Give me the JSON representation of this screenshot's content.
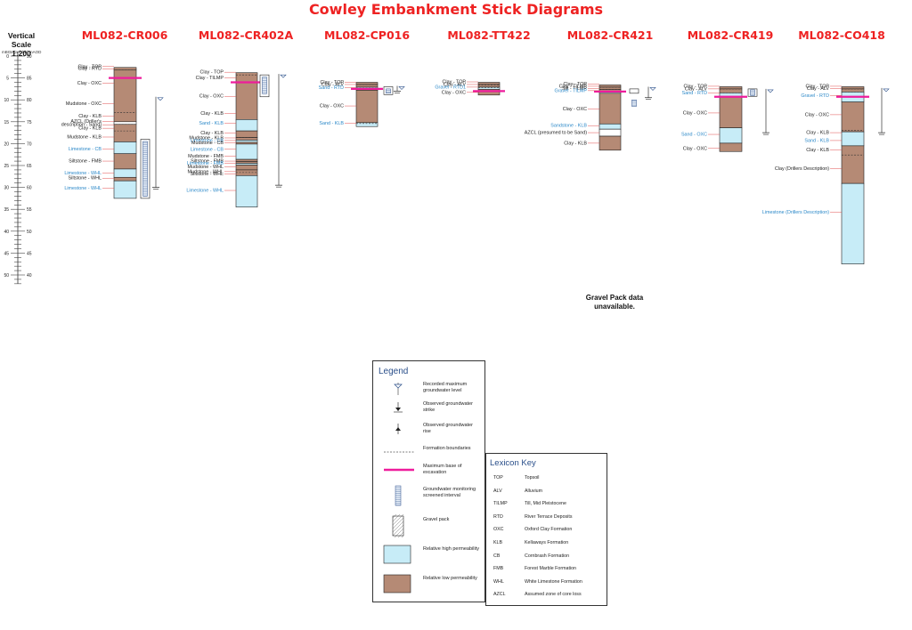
{
  "title": "Cowley Embankment Stick Diagrams",
  "scale_label": "Vertical Scale 1:200",
  "units_label": "mBGL (ref. bh) mAOD",
  "colors": {
    "title_red": "#ee2222",
    "low_permeability": "#b58a75",
    "high_permeability": "#c7ecf7",
    "excavation": "#ee1c9c",
    "hp_label": "#2b88c8",
    "leader": "#e05050"
  },
  "depth_ticks": [
    "0",
    "5",
    "10",
    "15",
    "20",
    "25",
    "30",
    "35",
    "40",
    "45",
    "50"
  ],
  "aod_ticks": [
    "90",
    "85",
    "80",
    "75",
    "70",
    "65",
    "60",
    "55",
    "50",
    "45",
    "40"
  ],
  "boreholes": [
    {
      "name": "ML082-CR006",
      "labels": [
        {
          "text": "Clay - TOP",
          "depth": 2.7,
          "perm": "low"
        },
        {
          "text": "Clay - RTD",
          "depth": 3.2,
          "perm": "low"
        },
        {
          "text": "Clay - OXC",
          "depth": 6.5,
          "perm": "low"
        },
        {
          "text": "Mudstone - OXC",
          "depth": 11.2,
          "perm": "low"
        },
        {
          "text": "Clay - KLB",
          "depth": 14.0,
          "perm": "low"
        },
        {
          "text": "AZCL (Driller's",
          "depth": 15.2,
          "perm": "low"
        },
        {
          "text": "description - Sand)",
          "depth": 16.0,
          "perm": "low"
        },
        {
          "text": "Clay - KLB",
          "depth": 16.8,
          "perm": "low"
        },
        {
          "text": "Mudstone - KLB",
          "depth": 18.8,
          "perm": "low"
        },
        {
          "text": "Limestone - CB",
          "depth": 21.5,
          "perm": "high"
        },
        {
          "text": "Siltstone - FMB",
          "depth": 24.3,
          "perm": "low"
        },
        {
          "text": "Limestone - WHL",
          "depth": 27.0,
          "perm": "high"
        },
        {
          "text": "Siltstone - WHL",
          "depth": 28.2,
          "perm": "low"
        },
        {
          "text": "Limestone - WHL",
          "depth": 30.5,
          "perm": "high"
        }
      ]
    },
    {
      "name": "ML082-CR402A",
      "labels": [
        {
          "text": "Clay - TOP",
          "depth": 4.0,
          "perm": "low"
        },
        {
          "text": "Clay - TILMP",
          "depth": 5.3,
          "perm": "low"
        },
        {
          "text": "Clay - OXC",
          "depth": 9.5,
          "perm": "low"
        },
        {
          "text": "Clay - KLB",
          "depth": 13.4,
          "perm": "low"
        },
        {
          "text": "Sand - KLB",
          "depth": 15.7,
          "perm": "high"
        },
        {
          "text": "Clay - KLB",
          "depth": 17.9,
          "perm": "low"
        },
        {
          "text": "Mudstone - KLB",
          "depth": 19.0,
          "perm": "low"
        },
        {
          "text": "Limestone - CB",
          "depth": 19.6,
          "perm": "high"
        },
        {
          "text": "Mudstone - CB",
          "depth": 20.1,
          "perm": "low"
        },
        {
          "text": "Limestone - CB",
          "depth": 21.6,
          "perm": "high"
        },
        {
          "text": "Mudstone - FMB",
          "depth": 23.2,
          "perm": "low"
        },
        {
          "text": "Siltstone - FMB",
          "depth": 24.3,
          "perm": "low"
        },
        {
          "text": "Limestone - FMB",
          "depth": 24.8,
          "perm": "high"
        },
        {
          "text": "Mudstone - WHL",
          "depth": 25.6,
          "perm": "low"
        },
        {
          "text": "Mudstone - WHL",
          "depth": 26.7,
          "perm": "low"
        },
        {
          "text": "Siltstone - WHL",
          "depth": 27.2,
          "perm": "low"
        },
        {
          "text": "Limestone - WHL",
          "depth": 31.0,
          "perm": "high"
        }
      ]
    },
    {
      "name": "ML082-CP016",
      "labels": [
        {
          "text": "Clay - TOP",
          "depth": 6.3,
          "perm": "low"
        },
        {
          "text": "Clay - ALV",
          "depth": 6.8,
          "perm": "low"
        },
        {
          "text": "Sand - RTD",
          "depth": 7.5,
          "perm": "high"
        },
        {
          "text": "Clay - OXC",
          "depth": 11.7,
          "perm": "low"
        },
        {
          "text": "Sand - KLB",
          "depth": 15.6,
          "perm": "high"
        }
      ]
    },
    {
      "name": "ML082-TT422",
      "labels": [
        {
          "text": "Clay - TOP",
          "depth": 6.2,
          "perm": "low"
        },
        {
          "text": "Clay - ALV",
          "depth": 6.8,
          "perm": "low"
        },
        {
          "text": "Gravel - RTD1",
          "depth": 7.4,
          "perm": "high"
        },
        {
          "text": "Clay - OXC",
          "depth": 8.6,
          "perm": "low"
        }
      ]
    },
    {
      "name": "ML082-CR421",
      "labels": [
        {
          "text": "Clay - TOP",
          "depth": 6.7,
          "perm": "low"
        },
        {
          "text": "Clay - TILMP",
          "depth": 7.2,
          "perm": "low"
        },
        {
          "text": "Silt - TILMP",
          "depth": 7.7,
          "perm": "low"
        },
        {
          "text": "Gravel - TILMP",
          "depth": 8.2,
          "perm": "high"
        },
        {
          "text": "Clay - OXC",
          "depth": 12.4,
          "perm": "low"
        },
        {
          "text": "Sandstone - KLB",
          "depth": 16.2,
          "perm": "high"
        },
        {
          "text": "AZCL (presumed to be Sand)",
          "depth": 17.8,
          "perm": "low"
        },
        {
          "text": "Clay - KLB",
          "depth": 20.2,
          "perm": "low"
        }
      ]
    },
    {
      "name": "ML082-CR419",
      "labels": [
        {
          "text": "Clay - TOP",
          "depth": 7.2,
          "perm": "low"
        },
        {
          "text": "Clay - ALV",
          "depth": 7.8,
          "perm": "low"
        },
        {
          "text": "Sand - RTD",
          "depth": 8.7,
          "perm": "high"
        },
        {
          "text": "Clay - OXC",
          "depth": 13.3,
          "perm": "low"
        },
        {
          "text": "Sand - OXC",
          "depth": 18.2,
          "perm": "high"
        },
        {
          "text": "Clay - OXC",
          "depth": 21.4,
          "perm": "low"
        }
      ]
    },
    {
      "name": "ML082-CO418",
      "labels": [
        {
          "text": "Clay - TOP",
          "depth": 7.2,
          "perm": "low"
        },
        {
          "text": "Clay - ALV",
          "depth": 7.7,
          "perm": "low"
        },
        {
          "text": "Gravel - RTD",
          "depth": 9.3,
          "perm": "high"
        },
        {
          "text": "Clay - OXC",
          "depth": 13.7,
          "perm": "low"
        },
        {
          "text": "Clay - KLB",
          "depth": 17.8,
          "perm": "low"
        },
        {
          "text": "Sand - KLB",
          "depth": 19.6,
          "perm": "high"
        },
        {
          "text": "Clay - KLB",
          "depth": 21.7,
          "perm": "low"
        },
        {
          "text": "Clay (Drillers Description)",
          "depth": 26.0,
          "perm": "low"
        },
        {
          "text": "Limestone (Drillers Description)",
          "depth": 36.0,
          "perm": "high"
        }
      ]
    }
  ],
  "gravel_pack_note": [
    "Gravel Pack data",
    "unavailable."
  ],
  "legend": {
    "title": "Legend",
    "items": [
      {
        "icon": "recorded-max-groundwater-icon",
        "text": "Recorded maximum groundwater level"
      },
      {
        "icon": "groundwater-strike-icon",
        "text": "Observed groundwater strike"
      },
      {
        "icon": "groundwater-rise-icon",
        "text": "Observed groundwater rise"
      },
      {
        "icon": "formation-boundary-icon",
        "text": "Formation boundaries"
      },
      {
        "icon": "max-excavation-icon",
        "text": "Maximum base of excavation"
      },
      {
        "icon": "screened-interval-icon",
        "text": "Groundwater monitoring screened interval"
      },
      {
        "icon": "gravel-pack-icon",
        "text": "Gravel pack"
      },
      {
        "icon": "high-permeability-icon",
        "text": "Relative high permeability"
      },
      {
        "icon": "low-permeability-icon",
        "text": "Relative low permeability"
      }
    ]
  },
  "lexicon": {
    "title": "Lexicon Key",
    "items": [
      {
        "code": "TOP",
        "def": "Topsoil"
      },
      {
        "code": "ALV",
        "def": "Alluvium"
      },
      {
        "code": "TILMP",
        "def": "Till, Mid Pleistocene"
      },
      {
        "code": "RTD",
        "def": "River Terrace Deposits"
      },
      {
        "code": "OXC",
        "def": "Oxford Clay Formation"
      },
      {
        "code": "KLB",
        "def": "Kellaways Formation"
      },
      {
        "code": "CB",
        "def": "Cornbrash Formation"
      },
      {
        "code": "FMB",
        "def": "Forest Marble Formation"
      },
      {
        "code": "WHL",
        "def": "White Limestone Formation"
      },
      {
        "code": "AZCL",
        "def": "Assumed zone of core loss"
      }
    ]
  }
}
